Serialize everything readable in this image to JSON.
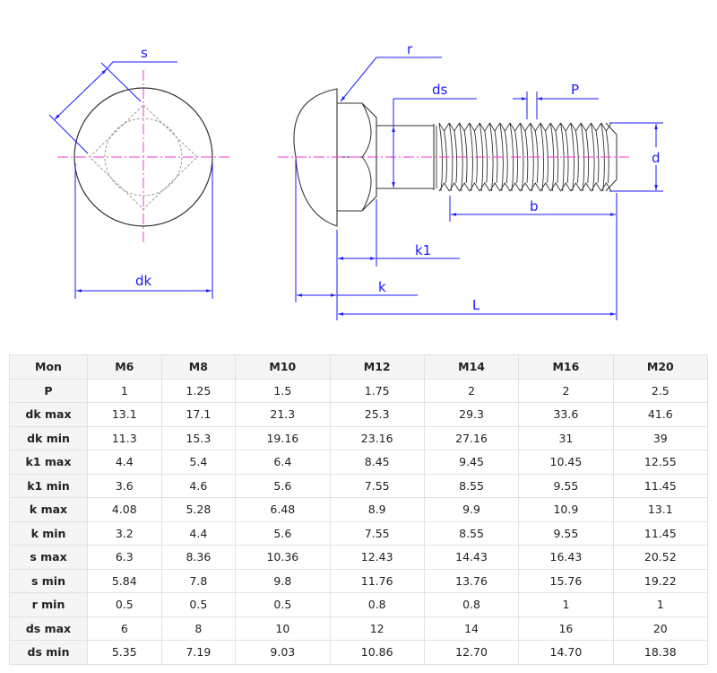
{
  "drawing": {
    "labels": {
      "s": "s",
      "dk": "dk",
      "r": "r",
      "ds": "ds",
      "P": "P",
      "d": "d",
      "b": "b",
      "k1": "k1",
      "k": "k",
      "L": "L"
    },
    "colors": {
      "dimension": "#1a1aff",
      "centerline": "#ff33cc",
      "outline": "#333333",
      "hidden": "#999999"
    }
  },
  "table": {
    "headers": [
      "Mon",
      "M6",
      "M8",
      "M10",
      "M12",
      "M14",
      "M16",
      "M20"
    ],
    "rows": [
      {
        "label": "P",
        "values": [
          "1",
          "1.25",
          "1.5",
          "1.75",
          "2",
          "2",
          "2.5"
        ]
      },
      {
        "label": "dk max",
        "values": [
          "13.1",
          "17.1",
          "21.3",
          "25.3",
          "29.3",
          "33.6",
          "41.6"
        ]
      },
      {
        "label": "dk min",
        "values": [
          "11.3",
          "15.3",
          "19.16",
          "23.16",
          "27.16",
          "31",
          "39"
        ]
      },
      {
        "label": "k1 max",
        "values": [
          "4.4",
          "5.4",
          "6.4",
          "8.45",
          "9.45",
          "10.45",
          "12.55"
        ]
      },
      {
        "label": "k1 min",
        "values": [
          "3.6",
          "4.6",
          "5.6",
          "7.55",
          "8.55",
          "9.55",
          "11.45"
        ]
      },
      {
        "label": "k max",
        "values": [
          "4.08",
          "5.28",
          "6.48",
          "8.9",
          "9.9",
          "10.9",
          "13.1"
        ]
      },
      {
        "label": "k min",
        "values": [
          "3.2",
          "4.4",
          "5.6",
          "7.55",
          "8.55",
          "9.55",
          "11.45"
        ]
      },
      {
        "label": "s max",
        "values": [
          "6.3",
          "8.36",
          "10.36",
          "12.43",
          "14.43",
          "16.43",
          "20.52"
        ]
      },
      {
        "label": "s min",
        "values": [
          "5.84",
          "7.8",
          "9.8",
          "11.76",
          "13.76",
          "15.76",
          "19.22"
        ]
      },
      {
        "label": "r min",
        "values": [
          "0.5",
          "0.5",
          "0.5",
          "0.8",
          "0.8",
          "1",
          "1"
        ]
      },
      {
        "label": "ds max",
        "values": [
          "6",
          "8",
          "10",
          "12",
          "14",
          "16",
          "20"
        ]
      },
      {
        "label": "ds min",
        "values": [
          "5.35",
          "7.19",
          "9.03",
          "10.86",
          "12.70",
          "14.70",
          "18.38"
        ]
      }
    ]
  }
}
